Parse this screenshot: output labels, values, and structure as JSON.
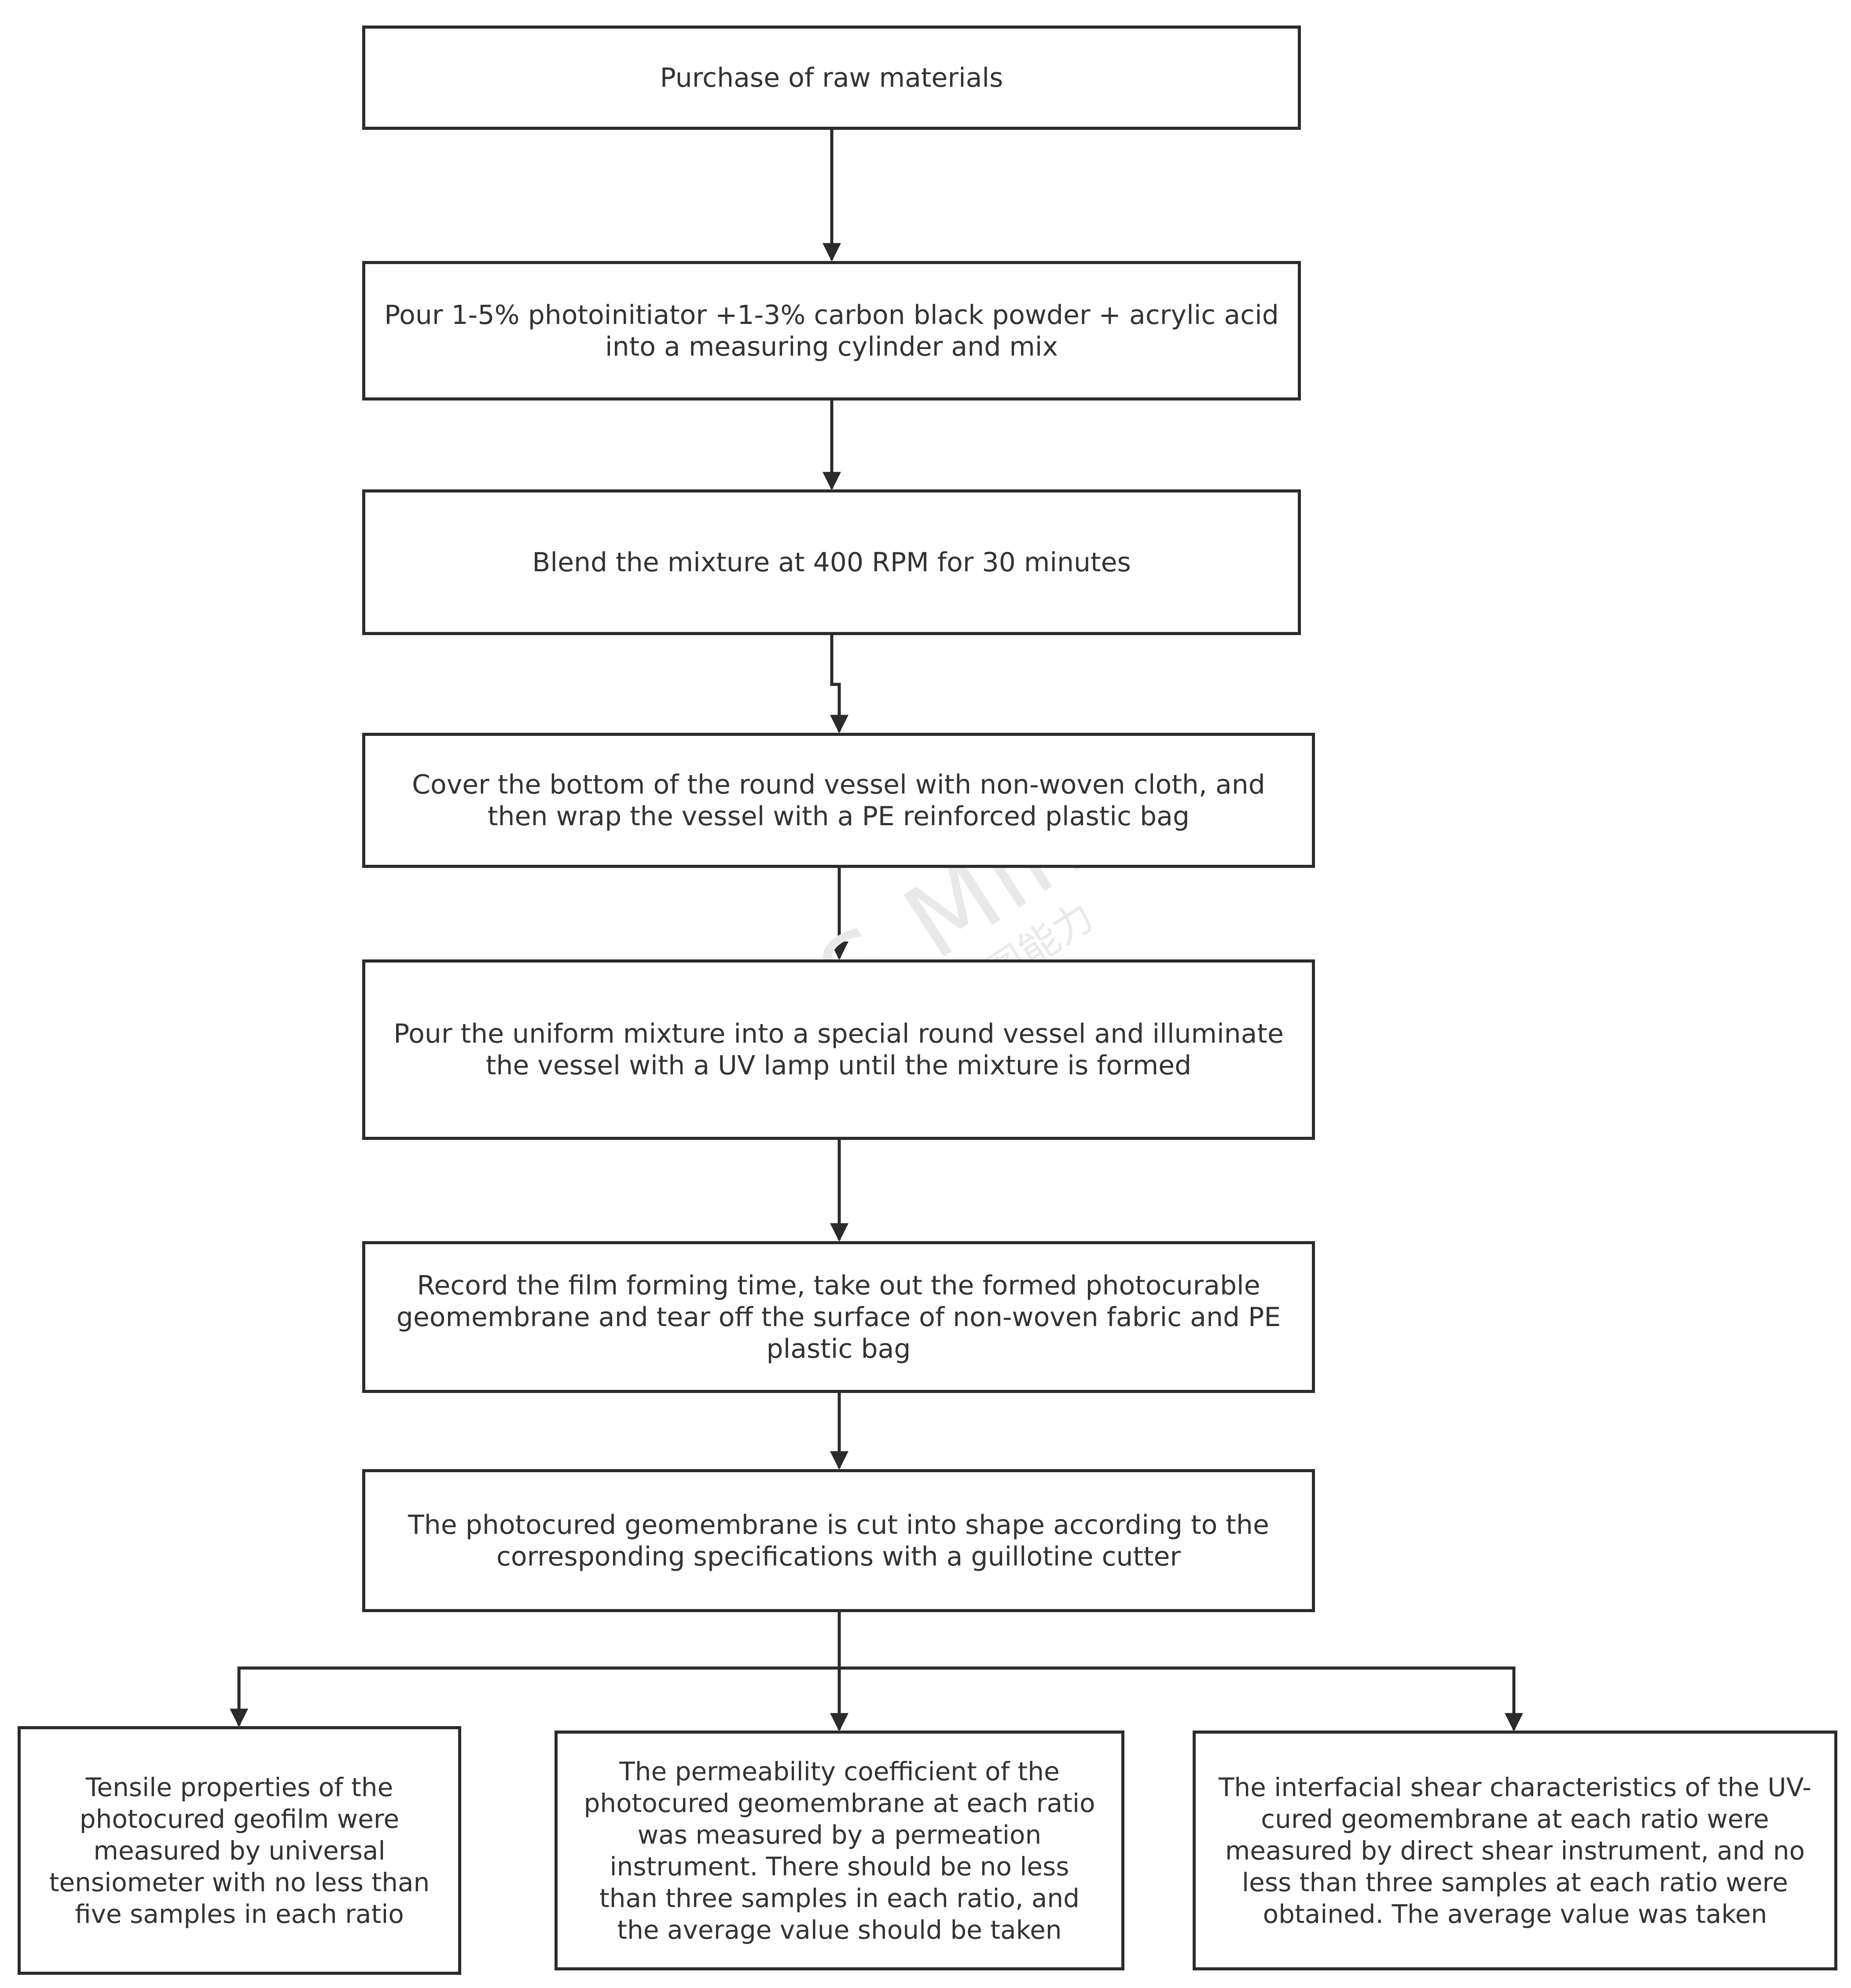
{
  "diagram": {
    "nodes": [
      {
        "id": "n1",
        "text": "Purchase of raw materials"
      },
      {
        "id": "n2",
        "text": "Pour 1-5% photoinitiator +1-3% carbon black powder + acrylic acid into a measuring cylinder and mix"
      },
      {
        "id": "n3",
        "text": "Blend the mixture at 400 RPM for 30 minutes"
      },
      {
        "id": "n4",
        "text": "Cover the bottom of the round vessel with non-woven cloth, and then wrap the vessel with a PE reinforced plastic bag"
      },
      {
        "id": "n5",
        "text": "Pour the uniform mixture into a special round vessel and illuminate the vessel with a UV lamp until the mixture is formed"
      },
      {
        "id": "n6",
        "text": "Record the film forming time, take out the formed photocurable geomembrane and tear off the surface of non-woven fabric and PE plastic bag"
      },
      {
        "id": "n7",
        "text": "The photocured geomembrane is cut into shape according to the corresponding specifications with a guillotine cutter"
      },
      {
        "id": "n8",
        "text": "Tensile properties of the photocured geofilm were measured by universal tensiometer with no less than five samples in each ratio"
      },
      {
        "id": "n9",
        "text": "The permeability coefficient of the photocured geomembrane at each ratio was measured by a permeation instrument. There should be no less than three samples in each ratio, and the average value should be taken"
      },
      {
        "id": "n10",
        "text": "The interfacial shear characteristics of the UV-cured geomembrane at each ratio were measured by direct shear instrument, and no less than three samples at each ratio were obtained. The average value was taken"
      }
    ],
    "edges": [
      {
        "from": "n1",
        "to": "n2"
      },
      {
        "from": "n2",
        "to": "n3"
      },
      {
        "from": "n3",
        "to": "n4"
      },
      {
        "from": "n4",
        "to": "n5"
      },
      {
        "from": "n5",
        "to": "n6"
      },
      {
        "from": "n6",
        "to": "n7"
      },
      {
        "from": "n7",
        "to": "n8"
      },
      {
        "from": "n7",
        "to": "n9"
      },
      {
        "from": "n7",
        "to": "n10"
      }
    ],
    "watermark": {
      "main": "WPS Mind",
      "sub": "WPS提供作图能力"
    },
    "colors": {
      "stroke": "#2b2b2b",
      "text": "#333333",
      "watermark": "#e9e9e9"
    }
  }
}
